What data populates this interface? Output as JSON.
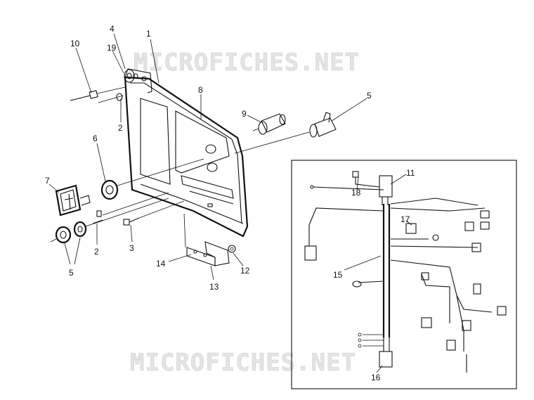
{
  "watermark_top": "MICROFICHES.NET",
  "watermark_bottom": "MICROFICHES.NET",
  "callouts": {
    "c1": "1",
    "c2a": "2",
    "c2b": "2",
    "c3": "3",
    "c4": "4",
    "c5a": "5",
    "c5b": "5",
    "c6": "6",
    "c7": "7",
    "c8": "8",
    "c9": "9",
    "c10": "10",
    "c11": "11",
    "c12": "12",
    "c13": "13",
    "c14": "14",
    "c15": "15",
    "c16": "16",
    "c17": "17",
    "c18": "18",
    "c19": "19"
  }
}
